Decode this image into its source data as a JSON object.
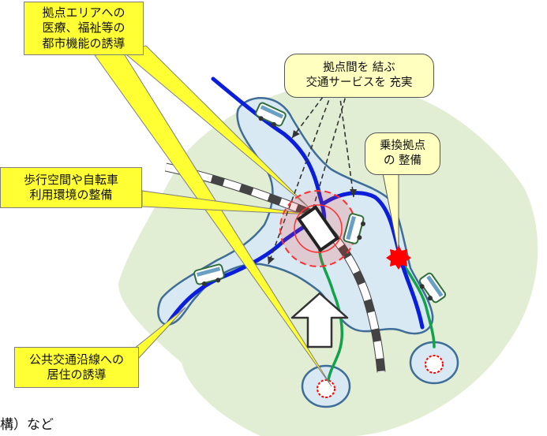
{
  "callouts": {
    "urban_functions": "拠点エリアへの\n医療、福祉等の\n都市機能の誘導",
    "transport_service": "拠点間を 結ぶ\n交通サービスを 充実",
    "transfer_hub": "乗換拠点\nの 整備",
    "walking_cycling": "歩行空間や自転車\n利用環境の整備",
    "residence": "公共交通沿線への\n居住の誘導"
  },
  "footer_text": "構）など",
  "colors": {
    "region": "#e2eed4",
    "district": "#d8e9f3",
    "district_border": "#3f6d97",
    "bus_line": "#0a1edc",
    "green_line": "#12a24c",
    "hub": "#ff0000",
    "callout_yellow": "#ffff33",
    "callout_rounded": "#ffffc0"
  },
  "icons": [
    "bus-icon",
    "station-icon",
    "arrow-icon",
    "transfer-star-icon"
  ]
}
